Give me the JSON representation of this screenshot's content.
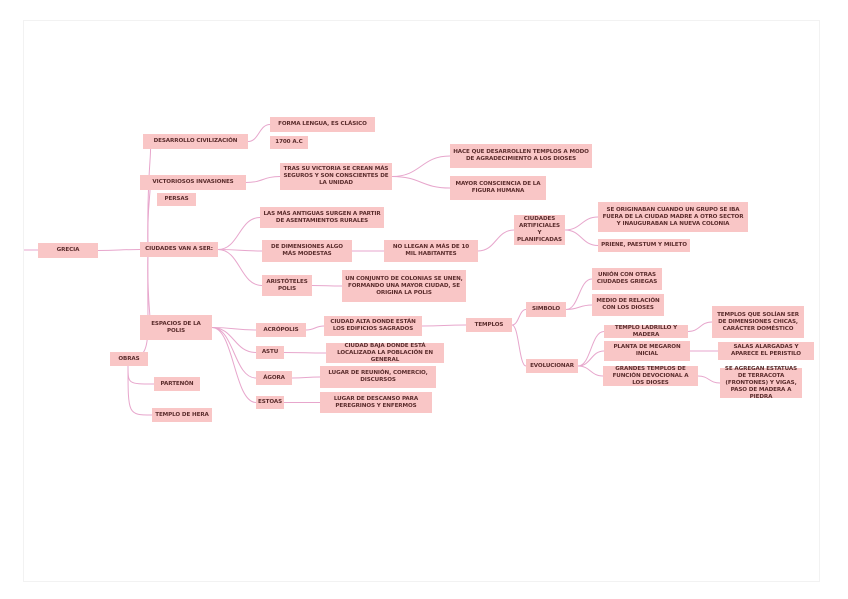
{
  "colors": {
    "node": "#f9c6c6",
    "line": "#e7a6cc",
    "text": "#5a2c2c"
  },
  "nodes": [
    {
      "id": "grecia",
      "text": "GRECIA"
    },
    {
      "id": "desarrollo",
      "text": "DESARROLLO CIVILIZACIÓN"
    },
    {
      "id": "forma",
      "text": "FORMA LENGUA, ES CLÁSICO"
    },
    {
      "id": "fecha",
      "text": "1700 A.C"
    },
    {
      "id": "victoriosos",
      "text": "VICTORIOSOS INVASIONES"
    },
    {
      "id": "persas",
      "text": "PERSAS"
    },
    {
      "id": "tras",
      "text": "TRAS SU VICTORIA SE CREAN MÁS SEGUROS Y SON CONSCIENTES DE LA UNIDAD"
    },
    {
      "id": "hace",
      "text": "HACE QUE DESARROLLEN TEMPLOS A MODO DE AGRADECIMIENTO A LOS DIOSES"
    },
    {
      "id": "mayor",
      "text": "MAYOR CONSCIENCIA DE LA FIGURA HUMANA"
    },
    {
      "id": "ciudades",
      "text": "CIUDADES VAN A SER:"
    },
    {
      "id": "antiguas",
      "text": "LAS MÁS ANTIGUAS SURGEN A PARTIR DE ASENTAMIENTOS RURALES"
    },
    {
      "id": "dimensiones",
      "text": "DE DIMENSIONES ALGO MÁS MODESTAS"
    },
    {
      "id": "nollegan",
      "text": "NO LLEGAN A MÁS DE 10 MIL HABITANTES"
    },
    {
      "id": "artificiales",
      "text": "CIUDADES ARTIFICIALES Y PLANIFICADAS"
    },
    {
      "id": "originaban",
      "text": "SE ORIGINABAN CUANDO UN GRUPO SE IBA FUERA DE LA CIUDAD MADRE A OTRO SECTOR Y INAUGURABAN LA NUEVA COLONIA"
    },
    {
      "id": "priene",
      "text": "PRIENE, PAESTUM Y MILETO"
    },
    {
      "id": "aristoteles",
      "text": "ARISTÓTELES POLIS"
    },
    {
      "id": "conjunto",
      "text": "UN CONJUNTO DE COLONIAS SE UNEN, FORMANDO UNA MAYOR CIUDAD, SE ORIGINA LA POLIS"
    },
    {
      "id": "espacios",
      "text": "ESPACIOS DE LA POLIS"
    },
    {
      "id": "acropolis",
      "text": "ACRÓPOLIS"
    },
    {
      "id": "alta",
      "text": "CIUDAD ALTA DONDE ESTÁN LOS EDIFICIOS SAGRADOS"
    },
    {
      "id": "templos",
      "text": "TEMPLOS"
    },
    {
      "id": "astu",
      "text": "ASTU"
    },
    {
      "id": "baja",
      "text": "CIUDAD BAJA DONDE ESTÁ LOCALIZADA LA POBLACIÓN EN GENERAL"
    },
    {
      "id": "agora",
      "text": "ÁGORA"
    },
    {
      "id": "lugar",
      "text": "LUGAR DE REUNIÓN, COMERCIO, DISCURSOS"
    },
    {
      "id": "estoas",
      "text": "ESTOAS"
    },
    {
      "id": "descanso",
      "text": "LUGAR DE DESCANSO PARA PEREGRINOS Y ENFERMOS"
    },
    {
      "id": "obras",
      "text": "OBRAS"
    },
    {
      "id": "partenon",
      "text": "PARTENÓN"
    },
    {
      "id": "hera",
      "text": "TEMPLO DE HERA"
    },
    {
      "id": "simbolo",
      "text": "SIMBOLO"
    },
    {
      "id": "union",
      "text": "UNIÓN CON OTRAS CIUDADES GRIEGAS"
    },
    {
      "id": "medio",
      "text": "MEDIO DE RELACIÓN CON LOS DIOSES"
    },
    {
      "id": "evolucionar",
      "text": "EVOLUCIONAR"
    },
    {
      "id": "ladrillo",
      "text": "TEMPLO LADRILLO Y MADERA"
    },
    {
      "id": "chicas",
      "text": "TEMPLOS QUE SOLÍAN SER DE DIMENSIONES CHICAS, CARÁCTER DOMÉSTICO"
    },
    {
      "id": "megaron",
      "text": "PLANTA DE MEGARON INICIAL"
    },
    {
      "id": "salas",
      "text": "SALAS ALARGADAS Y APARECE EL PERISTILO"
    },
    {
      "id": "grandes",
      "text": "GRANDES TEMPLOS DE FUNCIÓN DEVOCIONAL A LOS DIOSES"
    },
    {
      "id": "estatuas",
      "text": "SE AGREGAN ESTATUAS DE TERRACOTA (FRONTONES) Y VIGAS, PASO DE MADERA A PIEDRA"
    }
  ],
  "edges": [
    [
      "grecia",
      "desarrollo"
    ],
    [
      "grecia",
      "victoriosos"
    ],
    [
      "grecia",
      "ciudades"
    ],
    [
      "grecia",
      "espacios"
    ],
    [
      "grecia",
      "obras"
    ],
    [
      "desarrollo",
      "forma"
    ],
    [
      "victoriosos",
      "tras"
    ],
    [
      "tras",
      "hace"
    ],
    [
      "tras",
      "mayor"
    ],
    [
      "ciudades",
      "antiguas"
    ],
    [
      "ciudades",
      "dimensiones"
    ],
    [
      "ciudades",
      "aristoteles"
    ],
    [
      "dimensiones",
      "nollegan"
    ],
    [
      "nollegan",
      "artificiales"
    ],
    [
      "artificiales",
      "originaban"
    ],
    [
      "artificiales",
      "priene"
    ],
    [
      "aristoteles",
      "conjunto"
    ],
    [
      "espacios",
      "acropolis"
    ],
    [
      "espacios",
      "astu"
    ],
    [
      "espacios",
      "agora"
    ],
    [
      "espacios",
      "estoas"
    ],
    [
      "acropolis",
      "alta"
    ],
    [
      "astu",
      "baja"
    ],
    [
      "agora",
      "lugar"
    ],
    [
      "estoas",
      "descanso"
    ],
    [
      "alta",
      "templos"
    ],
    [
      "templos",
      "simbolo"
    ],
    [
      "templos",
      "evolucionar"
    ],
    [
      "simbolo",
      "union"
    ],
    [
      "simbolo",
      "medio"
    ],
    [
      "evolucionar",
      "ladrillo"
    ],
    [
      "evolucionar",
      "megaron"
    ],
    [
      "evolucionar",
      "grandes"
    ],
    [
      "ladrillo",
      "chicas"
    ],
    [
      "megaron",
      "salas"
    ],
    [
      "grandes",
      "estatuas"
    ],
    [
      "obras",
      "partenon"
    ],
    [
      "obras",
      "hera"
    ]
  ]
}
